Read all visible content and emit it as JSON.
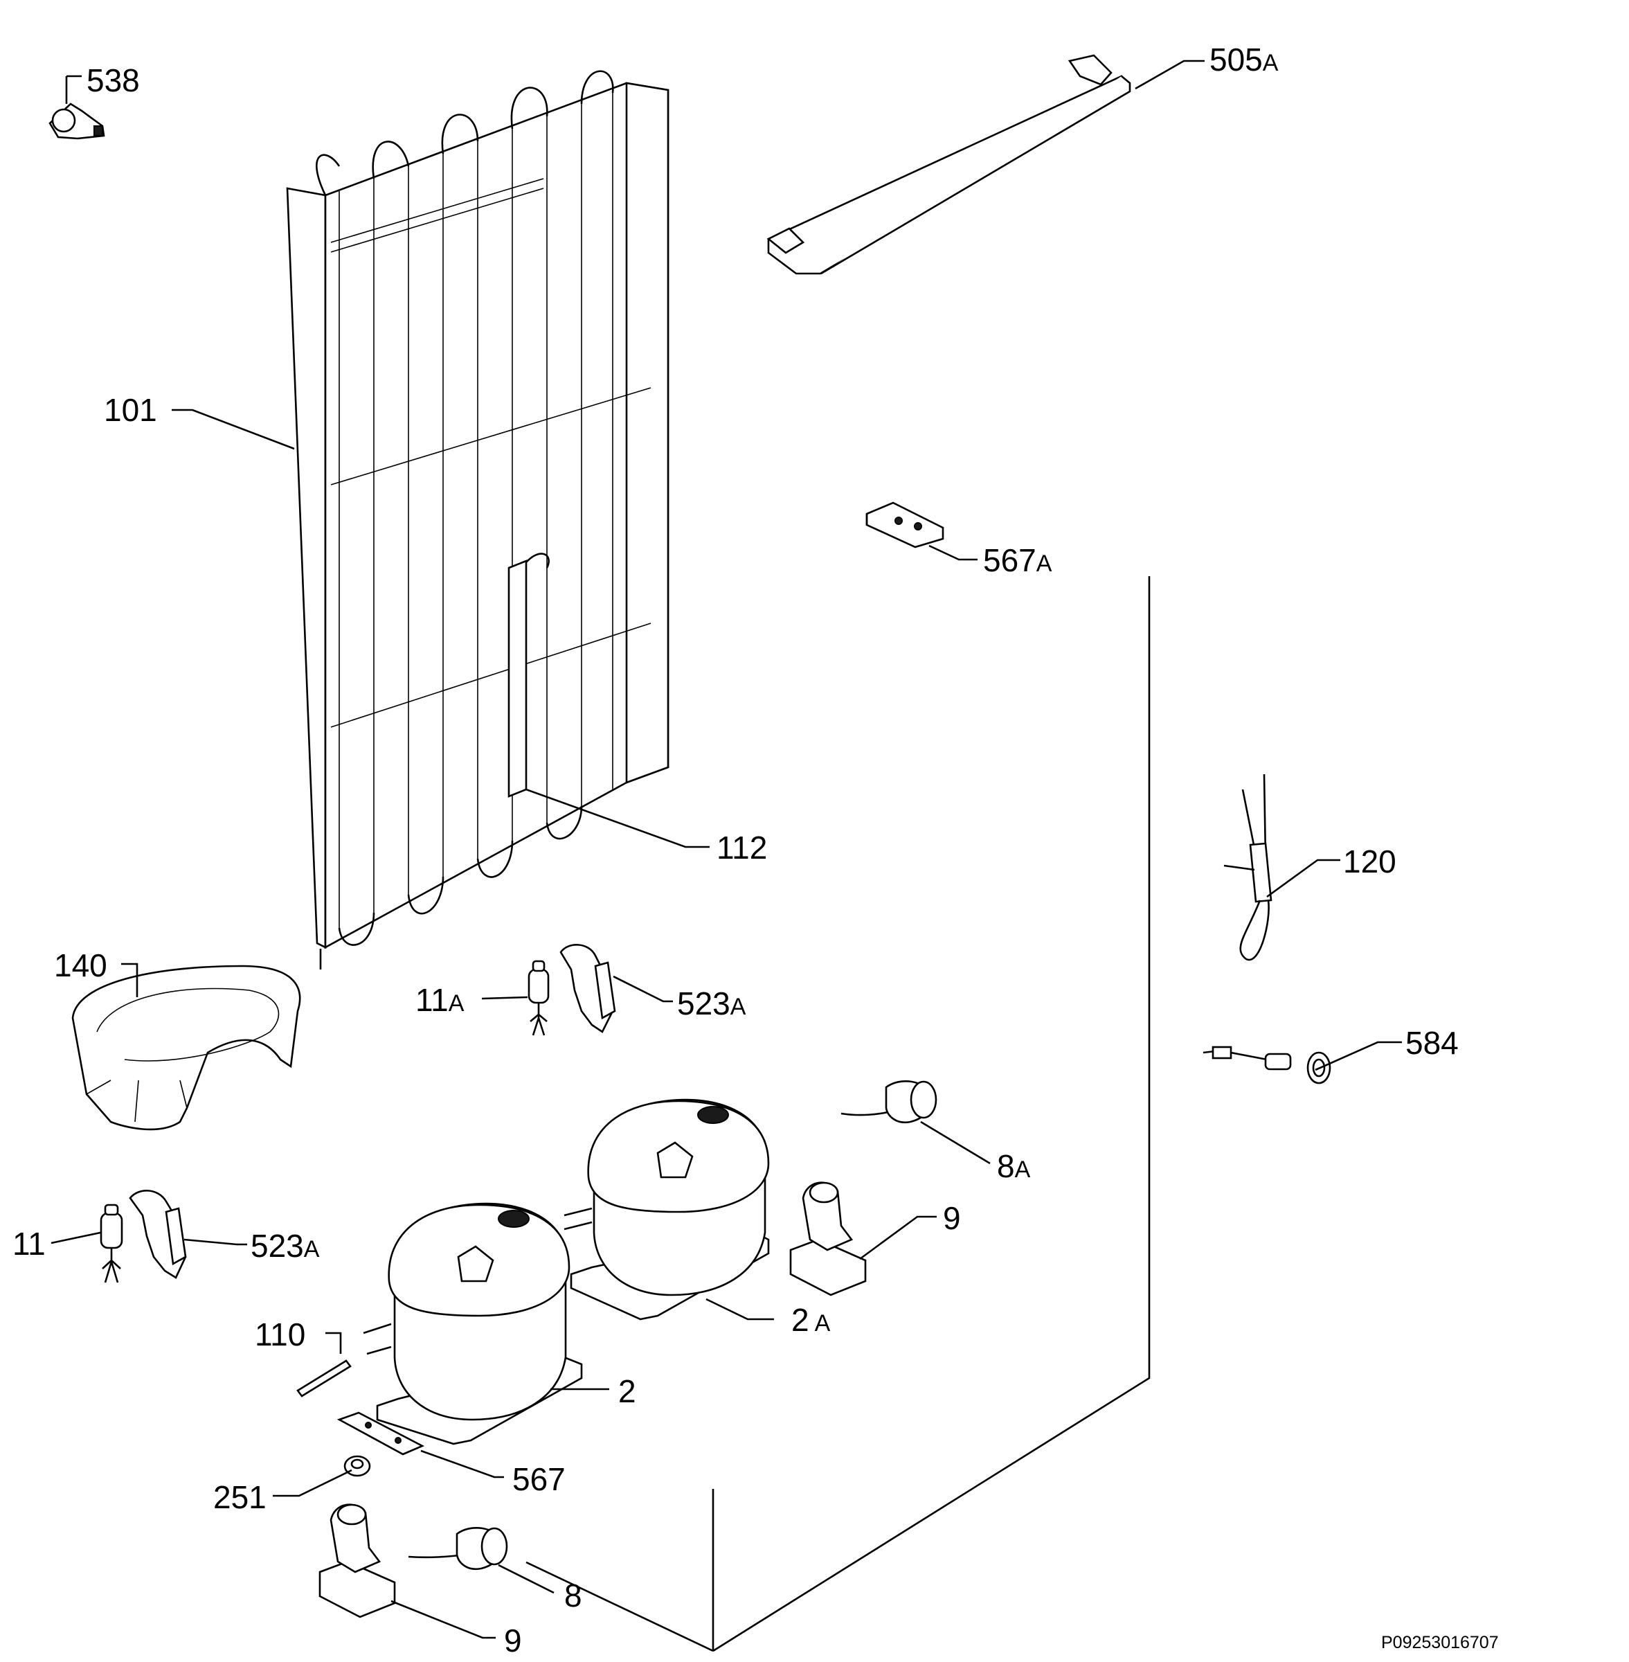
{
  "callouts": {
    "c538": "538",
    "c505": "505",
    "c505_suffix": "A",
    "c101": "101",
    "c567a": "567",
    "c567a_suffix": "A",
    "c112": "112",
    "c120": "120",
    "c140": "140",
    "c11a": "11",
    "c11a_suffix": "A",
    "c523a_1": "523",
    "c523a_1_suffix": "A",
    "c584": "584",
    "c8a": "8",
    "c8a_suffix": "A",
    "c9_right": "9",
    "c11": "11",
    "c523a_2": "523",
    "c523a_2_suffix": "A",
    "c2a": "2",
    "c2a_suffix": "A",
    "c110": "110",
    "c2": "2",
    "c567": "567",
    "c251": "251",
    "c8": "8",
    "c9_bottom": "9"
  },
  "drawing_code": "P09253016707",
  "colors": {
    "ink": "#000000",
    "paper": "#ffffff"
  }
}
